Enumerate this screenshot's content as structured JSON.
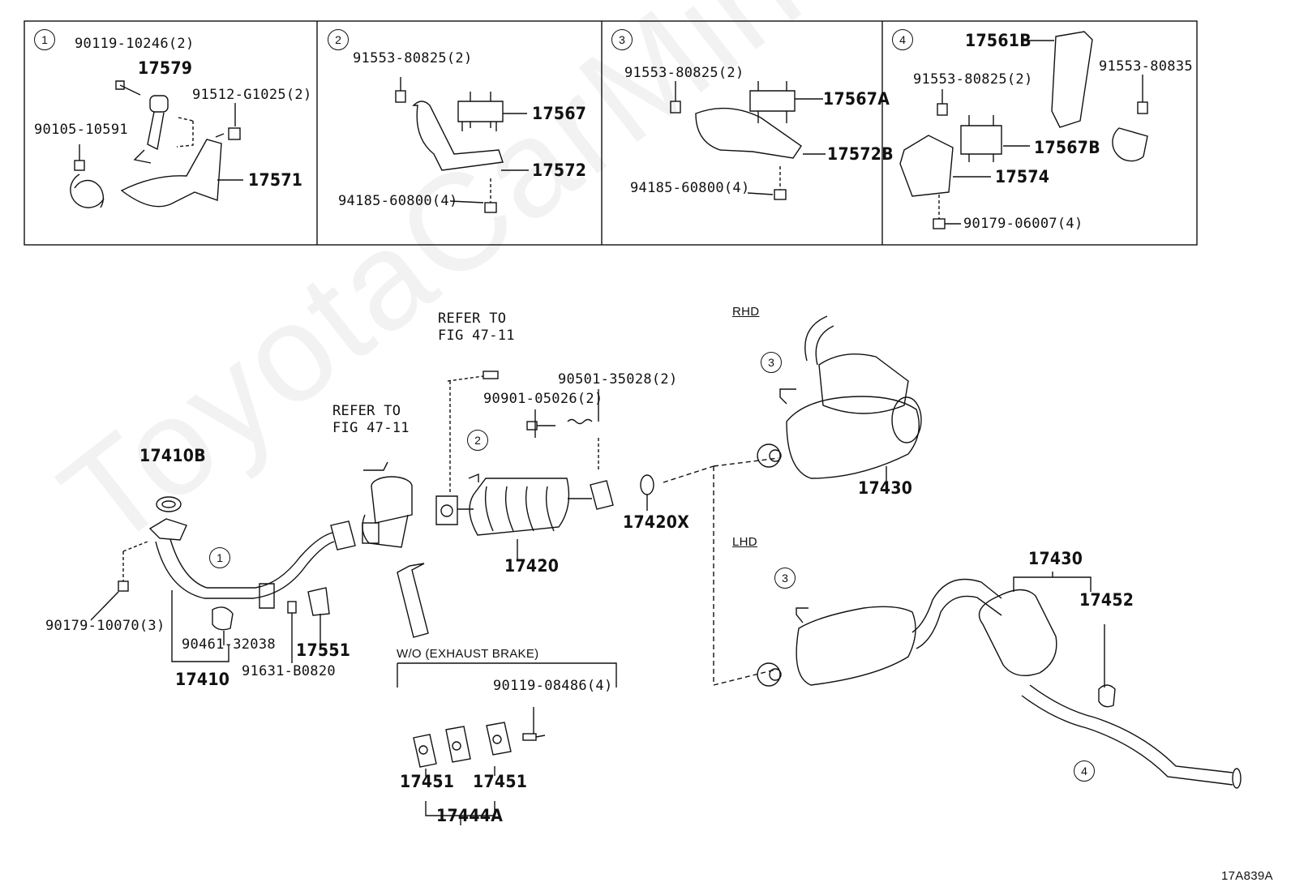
{
  "watermark": "ToyotaCarMine.ru",
  "figure_code": "17A839A",
  "insets": [
    {
      "num": "1",
      "labels": {
        "a": "90119-10246(2)",
        "b": "17579",
        "c": "91512-G1025(2)",
        "d": "90105-10591",
        "e": "17571"
      }
    },
    {
      "num": "2",
      "labels": {
        "a": "91553-80825(2)",
        "b": "17567",
        "c": "17572",
        "d": "94185-60800(4)"
      }
    },
    {
      "num": "3",
      "labels": {
        "a": "91553-80825(2)",
        "b": "17567A",
        "c": "17572B",
        "d": "94185-60800(4)"
      }
    },
    {
      "num": "4",
      "labels": {
        "a": "17561B",
        "b": "91553-80835",
        "c": "91553-80825(2)",
        "d": "17567B",
        "e": "17574",
        "f": "90179-06007(4)"
      }
    }
  ],
  "main": {
    "refer1": "REFER TO",
    "refer1b": "FIG 47-11",
    "refer2": "REFER TO",
    "refer2b": "FIG 47-11",
    "p17410B": "17410B",
    "p90179": "90179-10070(3)",
    "p90461": "90461-32038",
    "p17410": "17410",
    "p91631": "91631-B0820",
    "p17551": "17551",
    "p90901": "90901-05026(2)",
    "p90501": "90501-35028(2)",
    "p17420": "17420",
    "p17420X": "17420X",
    "rhd": "RHD",
    "lhd": "LHD",
    "p17430a": "17430",
    "p17430b": "17430",
    "p17452": "17452",
    "wo": "W/O (EXHAUST BRAKE)",
    "p90119": "90119-08486(4)",
    "p17451a": "17451",
    "p17451b": "17451",
    "p17444A": "17444A",
    "c1": "1",
    "c2": "2",
    "c3a": "3",
    "c3b": "3",
    "c4": "4"
  }
}
